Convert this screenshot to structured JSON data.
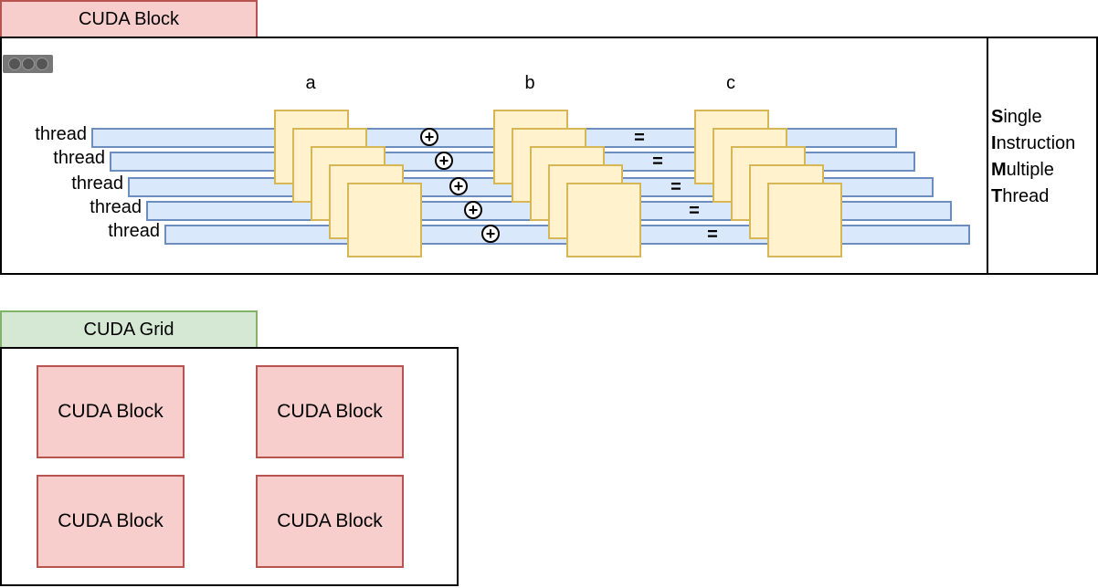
{
  "block_section": {
    "title": "CUDA Block",
    "icon": "gpu-card-icon",
    "columns": [
      {
        "label": "a"
      },
      {
        "label": "b"
      },
      {
        "label": "c"
      }
    ],
    "thread_label": "thread",
    "threads": [
      "thread",
      "thread",
      "thread",
      "thread",
      "thread"
    ],
    "operator_plus": "+",
    "operator_equals": "=",
    "simt": [
      {
        "initial": "S",
        "rest": "ingle"
      },
      {
        "initial": "I",
        "rest": "nstruction"
      },
      {
        "initial": "M",
        "rest": "ultiple"
      },
      {
        "initial": "T",
        "rest": "hread"
      }
    ]
  },
  "grid_section": {
    "title": "CUDA Grid",
    "blocks": [
      "CUDA Block",
      "CUDA Block",
      "CUDA Block",
      "CUDA Block"
    ]
  },
  "colors": {
    "block_fill": "#f8cecc",
    "block_stroke": "#b85450",
    "grid_fill": "#d5e8d4",
    "grid_stroke": "#82b366",
    "thread_fill": "#dae8fc",
    "thread_stroke": "#6c8ebf",
    "data_fill": "#fff2cc",
    "data_stroke": "#d6b656"
  }
}
